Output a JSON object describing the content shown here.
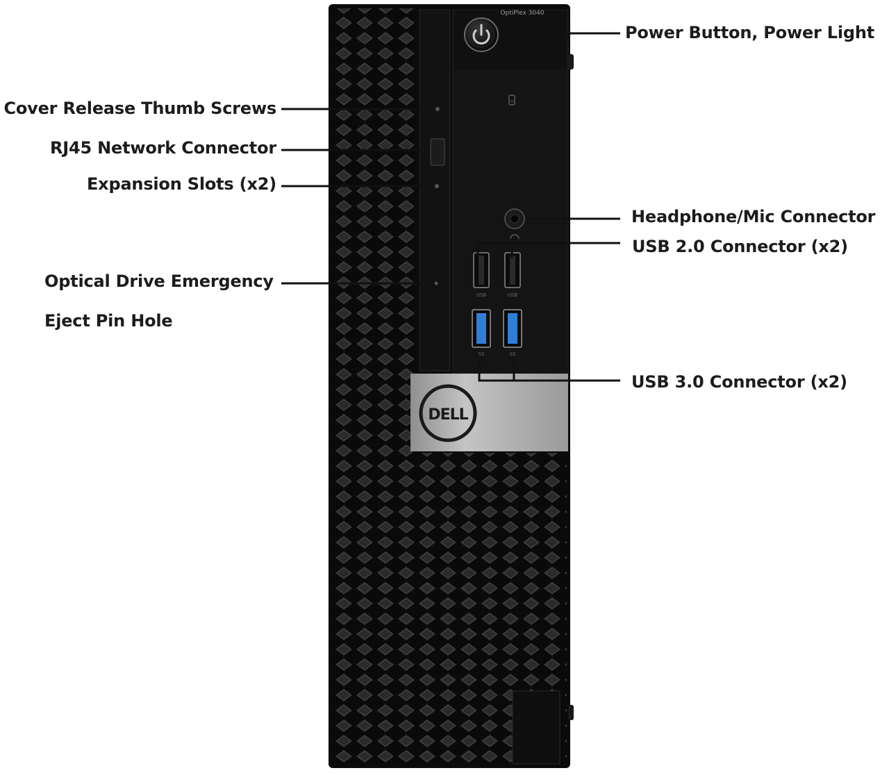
{
  "product": {
    "model_text": "OptiPlex 3040",
    "brand": "DELL",
    "usb2_port_text": "USB",
    "usb3_port_text": "SS"
  },
  "callouts": {
    "power": "Power Button, Power Light",
    "cover_release": "Cover Release Thumb Screws",
    "rj45": "RJ45 Network Connector",
    "expansion": "Expansion Slots (x2)",
    "headphone": "Headphone/Mic Connector",
    "usb2": "USB 2.0 Connector (x2)",
    "optical_line1": "Optical Drive Emergency",
    "optical_line2": "Eject Pin Hole",
    "usb3": "USB 3.0 Connector (x2)"
  },
  "colors": {
    "chassis": "#0b0b0b",
    "mesh_hole": "#3a3a3a",
    "panel": "#151515",
    "badge": "#a9a9a9",
    "usb3_blue": "#2f7fd6",
    "leader": "#111111"
  }
}
